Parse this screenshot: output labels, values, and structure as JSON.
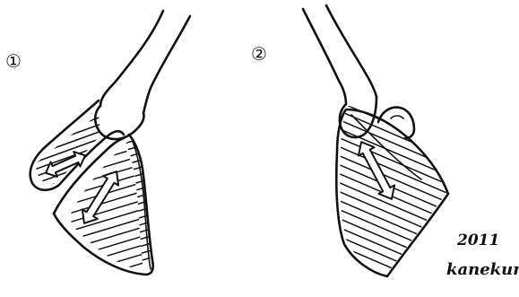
{
  "figures": [
    {
      "label": "①"
    },
    {
      "label": "②"
    }
  ],
  "signature": {
    "year": "2011",
    "name": "kanekuni"
  }
}
